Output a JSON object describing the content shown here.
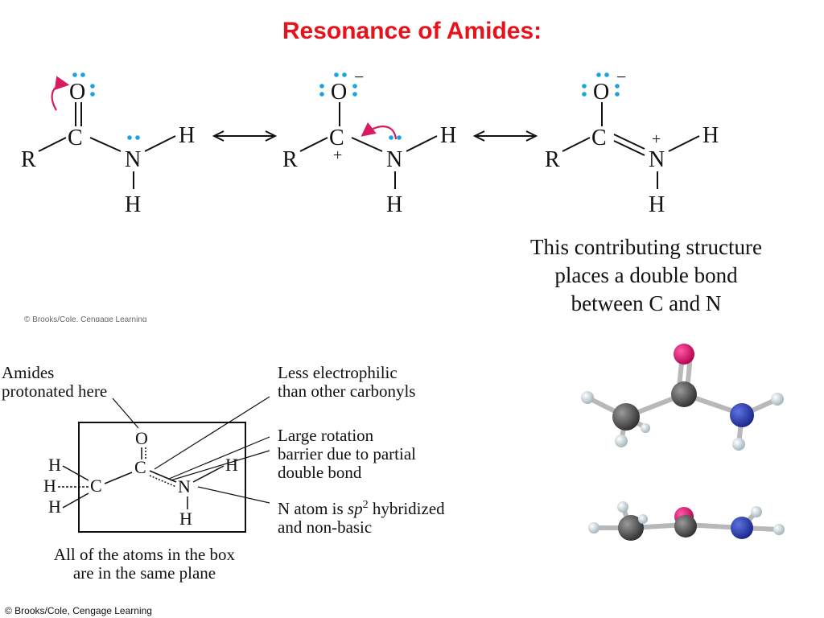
{
  "title": "Resonance of Amides:",
  "atoms": {
    "O": "O",
    "C": "C",
    "N": "N",
    "H": "H",
    "R": "R",
    "plus": "+",
    "minus": "−"
  },
  "contributing_note": [
    "This contributing structure",
    "places a double bond",
    "between C and N"
  ],
  "copyright_top": "© Brooks/Cole, Cengage Learning",
  "copyright_bottom": "© Brooks/Cole, Cengage Learning",
  "annotations": {
    "protonated": [
      "Amides",
      "protonated here"
    ],
    "less_electrophilic": [
      "Less electrophilic",
      "than other carbonyls"
    ],
    "rotation": [
      "Large rotation",
      "barrier due to partial",
      "double bond"
    ],
    "sp2_line1_pre": "N atom is ",
    "sp2_italic": "sp",
    "sp2_sup": "2",
    "sp2_line1_post": " hybridized",
    "sp2_line2": "and non-basic",
    "plane": [
      "All of the atoms in the box",
      "are in the same plane"
    ]
  },
  "colors": {
    "title": "#e8121b",
    "lone_pair": "#1aa3dc",
    "arrow": "#d81b60",
    "oxygen": "#e0006f",
    "nitrogen": "#2434a8",
    "carbon": "#4d4d4d",
    "hydrogen": "#dde6ea"
  }
}
